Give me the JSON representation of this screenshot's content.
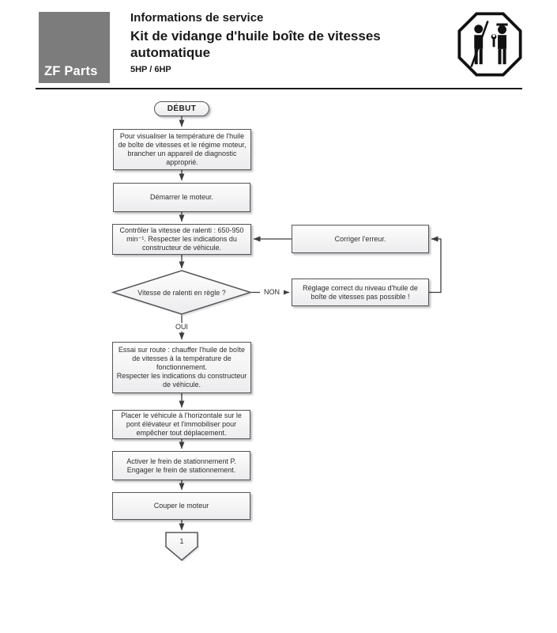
{
  "header": {
    "logo_text": "ZF Parts",
    "doc_type": "Informations de service",
    "title": "Kit de vidange d'huile boîte de vitesses automatique",
    "models": "5HP / 6HP",
    "icon": "trained-personnel-only-octagon-icon"
  },
  "flowchart": {
    "start_label": "DÉBUT",
    "steps": [
      {
        "id": "connect-diagnostic",
        "text": "Pour visualiser la température de l'huile de boîte de vitesses et le régime moteur, brancher un appareil de diagnostic approprié."
      },
      {
        "id": "start-engine",
        "text": "Démarrer le moteur."
      },
      {
        "id": "check-idle-speed",
        "text": "Contrôler la vitesse de ralenti : 650-950 min⁻¹. Respecter les indications du constructeur de véhicule."
      },
      {
        "id": "road-test",
        "text": "Essai sur route : chauffer l'huile de boîte de vitesses à la température de fonctionnement.\nRespecter les indications du constructeur de véhicule."
      },
      {
        "id": "lift-vehicle",
        "text": "Placer le véhicule à l'horizontale sur le pont élévateur et l'immobiliser pour empêcher tout déplacement."
      },
      {
        "id": "parking-brake",
        "text": "Activer le frein de stationnement P.\nEngager le frein de stationnement."
      },
      {
        "id": "stop-engine",
        "text": "Couper le moteur"
      }
    ],
    "decision": {
      "text": "Vitesse de ralenti en règle ?",
      "no_label": "NON",
      "yes_label": "OUI"
    },
    "side_boxes": [
      {
        "id": "fix-error",
        "text": "Corriger l'erreur."
      },
      {
        "id": "adjust-not-possible",
        "text": "Réglage correct du niveau d'huile de boîte de vitesses pas possible !"
      }
    ],
    "offpage_connector": "1"
  },
  "colors": {
    "logo_gray": "#7c7c7c",
    "box_border": "#55565a",
    "box_fill_top": "#fdfdfd",
    "box_fill_bottom": "#ececee",
    "arrow": "#3d3d3d"
  }
}
